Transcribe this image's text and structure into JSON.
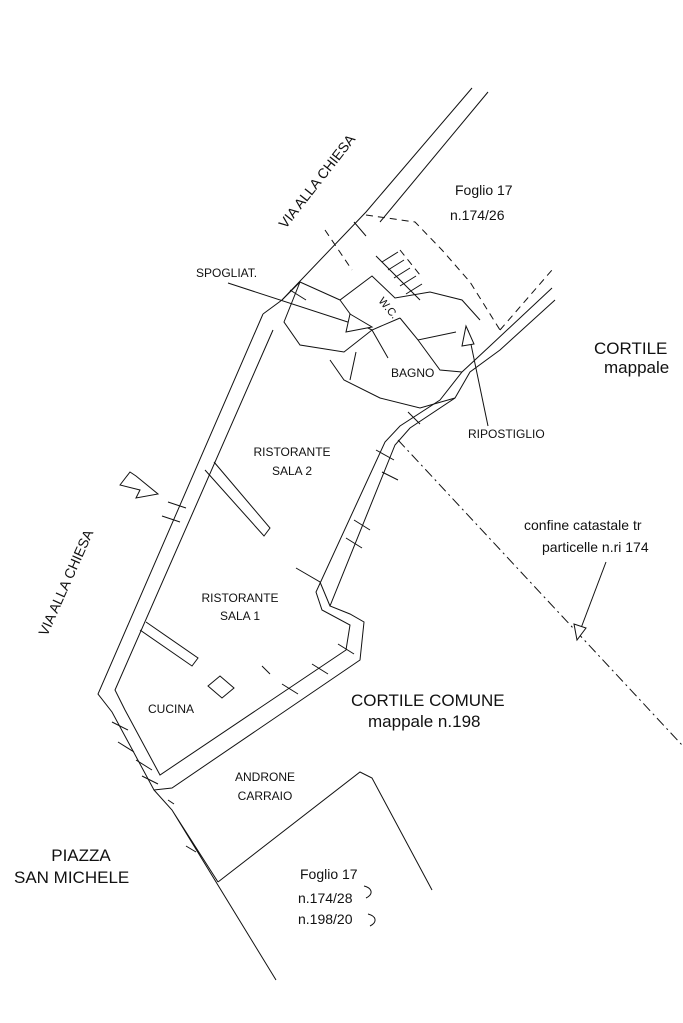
{
  "streets": {
    "top": "VIA ALLA CHIESA",
    "left": "VIA ALLA CHIESA",
    "piazza_line1": "PIAZZA",
    "piazza_line2": "SAN MICHELE"
  },
  "parcels": {
    "top_sheet": "Foglio 17",
    "top_number": "n.174/26",
    "bottom_sheet": "Foglio 17",
    "bottom_number1": "n.174/28",
    "bottom_number2": "n.198/20"
  },
  "rooms": {
    "spogliatoio": "SPOGLIAT.",
    "wc": "W.C.",
    "bagno": "BAGNO",
    "ripostiglio": "RIPOSTIGLIO",
    "sala2_line1": "RISTORANTE",
    "sala2_line2": "SALA 2",
    "sala1_line1": "RISTORANTE",
    "sala1_line2": "SALA 1",
    "cucina": "CUCINA",
    "androne_line1": "ANDRONE",
    "androne_line2": "CARRAIO"
  },
  "courtyards": {
    "right_line1": "CORTILE",
    "right_line2": "mappale",
    "common_line1": "CORTILE COMUNE",
    "common_line2": "mappale n.198"
  },
  "boundary": {
    "line1": "confine catastale tr",
    "line2": "particelle n.ri 174"
  },
  "colors": {
    "ink": "#111111",
    "background": "#ffffff"
  }
}
